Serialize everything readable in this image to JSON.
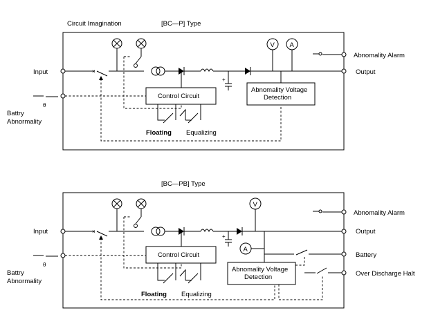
{
  "header": {
    "circuit_imagination": "Circuit Imagination",
    "type_p": "[BC—P] Type",
    "type_pb": "[BC—PB] Type"
  },
  "labels": {
    "input": "Input",
    "output": "Output",
    "abnormality_alarm": "Abnomality Alarm",
    "battery_abnormality_line1": "Battry",
    "battery_abnormality_line2": "Abnormality",
    "control_circuit": "Control Circuit",
    "abnormality_voltage_line1": "Abnomality Voltage",
    "abnormality_voltage_line2": "Detection",
    "floating": "Floating",
    "equalizing": "Equalizing",
    "battery": "Battery",
    "over_discharge_halt": "Over Discharge Halt",
    "volt_symbol": "V",
    "amp_symbol": "A",
    "theta_symbol": "θ"
  }
}
